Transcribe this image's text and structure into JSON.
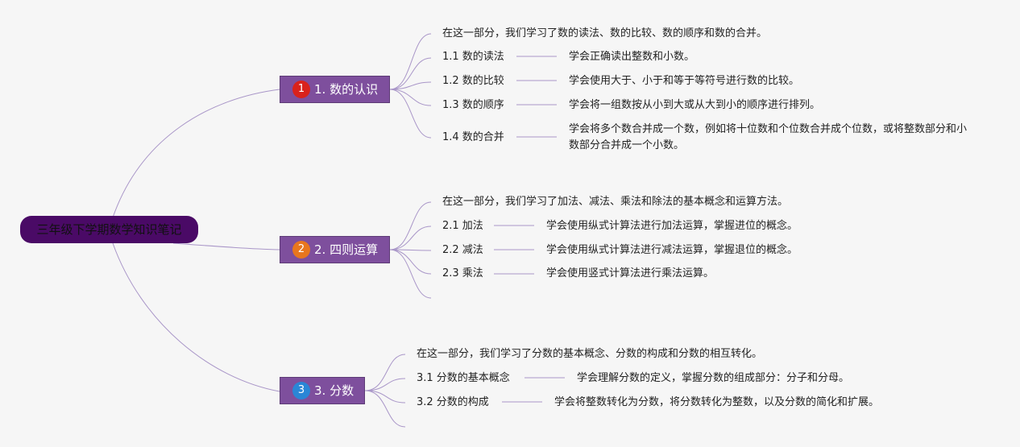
{
  "root": {
    "title": "三年级下学期数学知识笔记"
  },
  "branches": [
    {
      "num": "1",
      "label": "1. 数的认识",
      "badge_color": "#d9221c",
      "summary": "在这一部分，我们学习了数的读法、数的比较、数的顺序和数的合并。",
      "items": [
        {
          "title": "1.1 数的读法",
          "desc": "学会正确读出整数和小数。"
        },
        {
          "title": "1.2 数的比较",
          "desc": "学会使用大于、小于和等于等符号进行数的比较。"
        },
        {
          "title": "1.3 数的顺序",
          "desc": "学会将一组数按从小到大或从大到小的顺序进行排列。"
        },
        {
          "title": "1.4 数的合并",
          "desc": "学会将多个数合并成一个数，例如将十位数和个位数合并成个位数，或将整数部分和小数部分合并成一个小数。"
        }
      ]
    },
    {
      "num": "2",
      "label": "2. 四则运算",
      "badge_color": "#e8761e",
      "summary": "在这一部分，我们学习了加法、减法、乘法和除法的基本概念和运算方法。",
      "items": [
        {
          "title": "2.1 加法",
          "desc": "学会使用纵式计算法进行加法运算，掌握进位的概念。"
        },
        {
          "title": "2.2 减法",
          "desc": "学会使用纵式计算法进行减法运算，掌握退位的概念。"
        },
        {
          "title": "2.3 乘法",
          "desc": "学会使用竖式计算法进行乘法运算。"
        }
      ]
    },
    {
      "num": "3",
      "label": "3. 分数",
      "badge_color": "#2a86d6",
      "summary": "在这一部分，我们学习了分数的基本概念、分数的构成和分数的相互转化。",
      "items": [
        {
          "title": "3.1 分数的基本概念",
          "desc": "学会理解分数的定义，掌握分数的组成部分：分子和分母。"
        },
        {
          "title": "3.2 分数的构成",
          "desc": "学会将整数转化为分数，将分数转化为整数，以及分数的简化和扩展。"
        }
      ]
    }
  ],
  "colors": {
    "line": "#a996c8"
  }
}
